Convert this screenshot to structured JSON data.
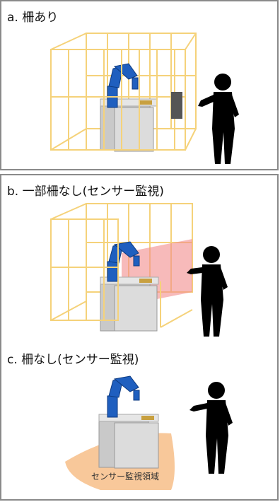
{
  "panels": {
    "a": {
      "label": "a. 柵あり"
    },
    "b": {
      "label": "b. 一部柵なし(センサー監視)"
    },
    "c": {
      "label": "c. 柵なし(センサー監視)",
      "zone_label": "センサー監視領域"
    }
  },
  "colors": {
    "fence": "#f5d27a",
    "robot": "#1f5fbf",
    "sensor_beam": "#f28c8c",
    "sensor_zone": "#f8c89a",
    "person": "#000000",
    "table": "#c9c9c9"
  }
}
